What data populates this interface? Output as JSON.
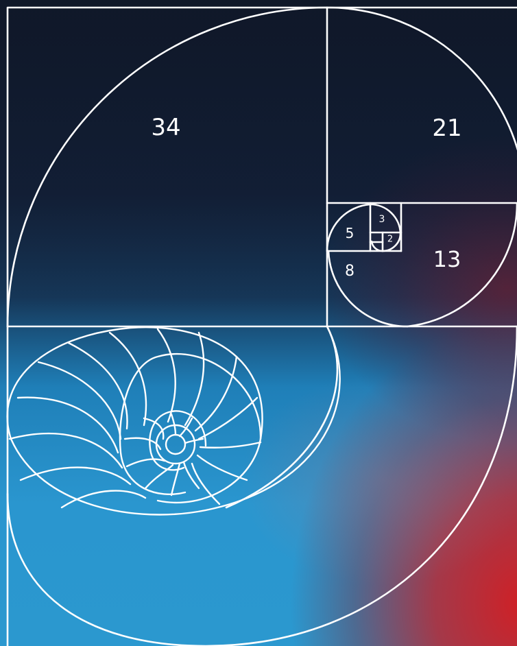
{
  "squares": [
    {
      "id": "sq34",
      "label": "34"
    },
    {
      "id": "sq21",
      "label": "21"
    },
    {
      "id": "sq13",
      "label": "13"
    },
    {
      "id": "sq8",
      "label": "8"
    },
    {
      "id": "sq5",
      "label": "5"
    },
    {
      "id": "sq3",
      "label": "3"
    },
    {
      "id": "sq2",
      "label": "2"
    }
  ],
  "colors": {
    "line": "#ffffff",
    "navy": "#111a2c",
    "blue": "#2b98cf",
    "red": "#d21e23"
  }
}
